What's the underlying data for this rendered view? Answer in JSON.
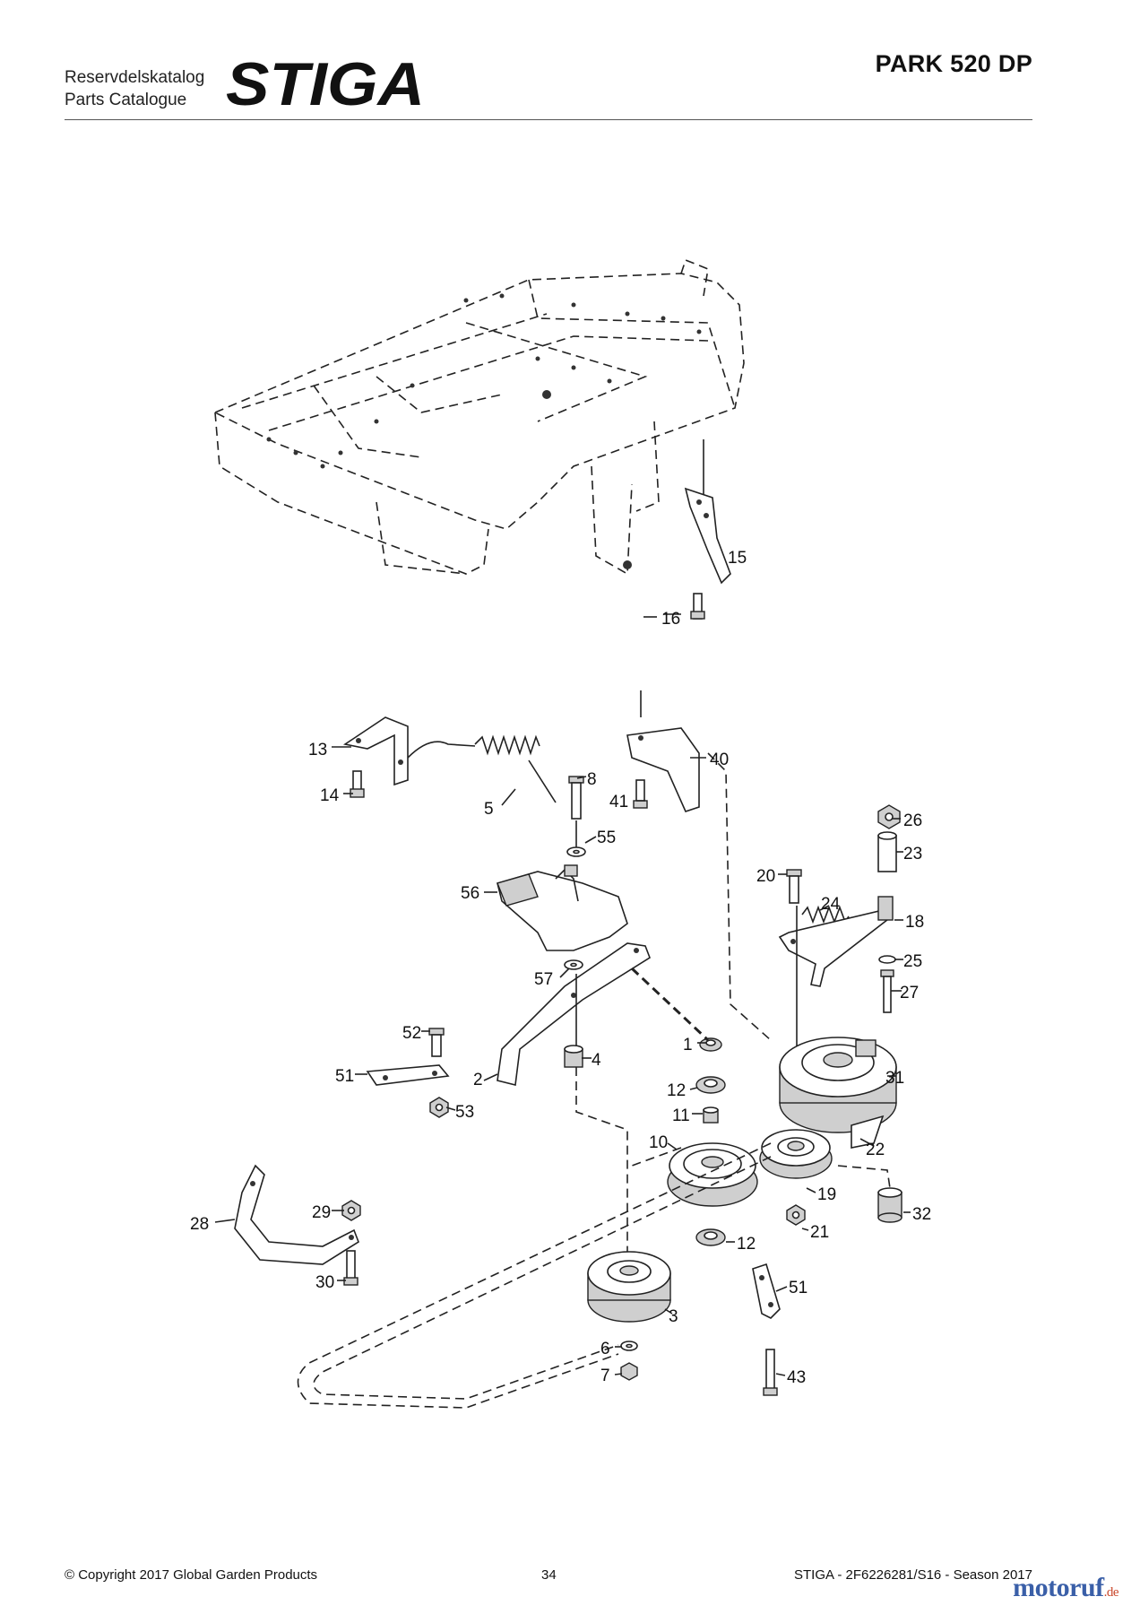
{
  "header": {
    "catalog_sv": "Reservdelskatalog",
    "catalog_en": "Parts Catalogue",
    "logo_text": "STIGA",
    "model": "PARK 520 DP"
  },
  "diagram": {
    "labels": [
      "15",
      "16",
      "13",
      "14",
      "5",
      "8",
      "41",
      "40",
      "55",
      "26",
      "23",
      "56",
      "20",
      "24",
      "18",
      "57",
      "25",
      "27",
      "52",
      "1",
      "4",
      "2",
      "51",
      "31",
      "12",
      "53",
      "11",
      "10",
      "22",
      "19",
      "29",
      "28",
      "21",
      "32",
      "30",
      "12",
      "51",
      "3",
      "6",
      "7",
      "43"
    ]
  },
  "footer": {
    "copyright": "© Copyright 2017 Global Garden Products",
    "page": "34",
    "reference": "STIGA - 2F6226281/S16 - Season 2017",
    "watermark_main": "motoruf",
    "watermark_tld": ".de"
  }
}
